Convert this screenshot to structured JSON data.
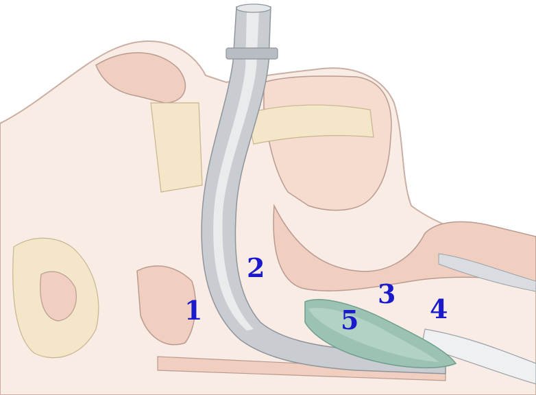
{
  "labels": [
    {
      "id": "1",
      "text": "1"
    },
    {
      "id": "2",
      "text": "2"
    },
    {
      "id": "3",
      "text": "3"
    },
    {
      "id": "4",
      "text": "4"
    },
    {
      "id": "5",
      "text": "5"
    }
  ],
  "colors": {
    "skin": "#f7e9e1",
    "tissue": "#f1cfc0",
    "tissue_dark": "#e9b9a6",
    "outline": "#b89a90",
    "bone": "#f3e6c9",
    "tube": "#c9cdd2",
    "tube_highlight": "#eef0f2",
    "tube_shadow": "#9aa0a6",
    "cuff": "#9cc2b4",
    "cuff_dark": "#6f9e8d",
    "label": "#1a1acc"
  }
}
